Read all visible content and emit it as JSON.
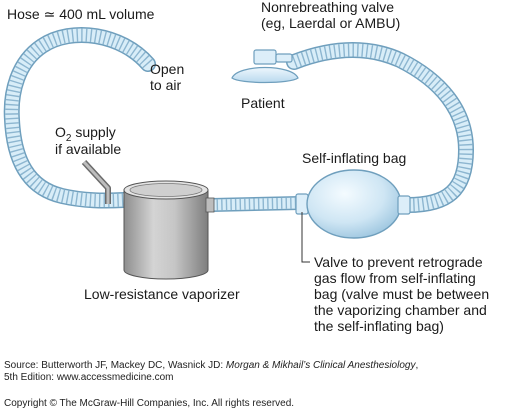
{
  "labels": {
    "hose": "Hose ≃ 400 mL volume",
    "open_to_air_1": "Open",
    "open_to_air_2": "to air",
    "valve_1": "Nonrebreathing valve",
    "valve_2": "(eg, Laerdal or AMBU)",
    "patient": "Patient",
    "o2_prefix": "O",
    "o2_sub": "2",
    "o2_suffix": " supply",
    "o2_2": "if available",
    "bag": "Self-inflating bag",
    "vaporizer": "Low-resistance vaporizer",
    "retro_1": "Valve to prevent retrograde",
    "retro_2": "gas flow from self-inflating",
    "retro_3": "bag (valve must be between",
    "retro_4": "the vaporizing chamber and",
    "retro_5": "the self-inflating bag)"
  },
  "footer": {
    "source_prefix": "Source: Butterworth JF, Mackey DC, Wasnick JD: ",
    "source_title": "Morgan & Mikhail’s Clinical Anesthesiology",
    "source_suffix": ",",
    "edition": "5th Edition: www.accessmedicine.com",
    "copyright": "Copyright © The McGraw-Hill Companies, Inc. All rights reserved."
  },
  "colors": {
    "hose_fill": "#d3e9f6",
    "hose_stroke": "#6f9fbd",
    "bag_fill": "#cfe6f4",
    "vaporizer_body": "#b9b9b9"
  }
}
